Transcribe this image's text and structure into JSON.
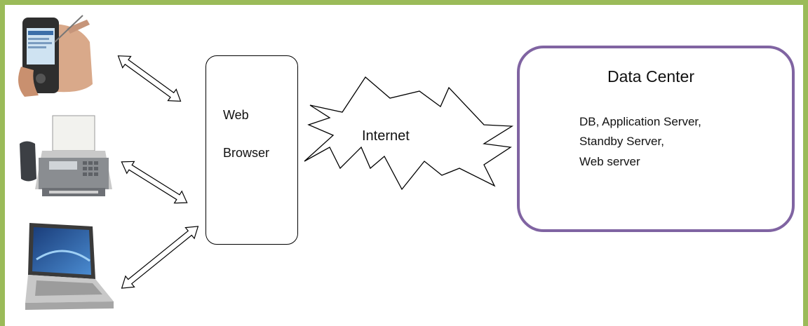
{
  "diagram": {
    "browser": {
      "line1": "Web",
      "line2": "Browser"
    },
    "internet": {
      "label": "Internet"
    },
    "data_center": {
      "title": "Data Center",
      "servers": [
        "DB, Application Server,",
        "Standby Server,",
        "Web server"
      ]
    },
    "devices": [
      {
        "icon": "pda-icon"
      },
      {
        "icon": "fax-machine-icon"
      },
      {
        "icon": "laptop-icon"
      }
    ]
  },
  "colors": {
    "frame": "#9bbb59",
    "data_center_border": "#8064a2",
    "ellipse_fill": "#bfe3ee",
    "ellipse_border": "#7fb0c8"
  }
}
